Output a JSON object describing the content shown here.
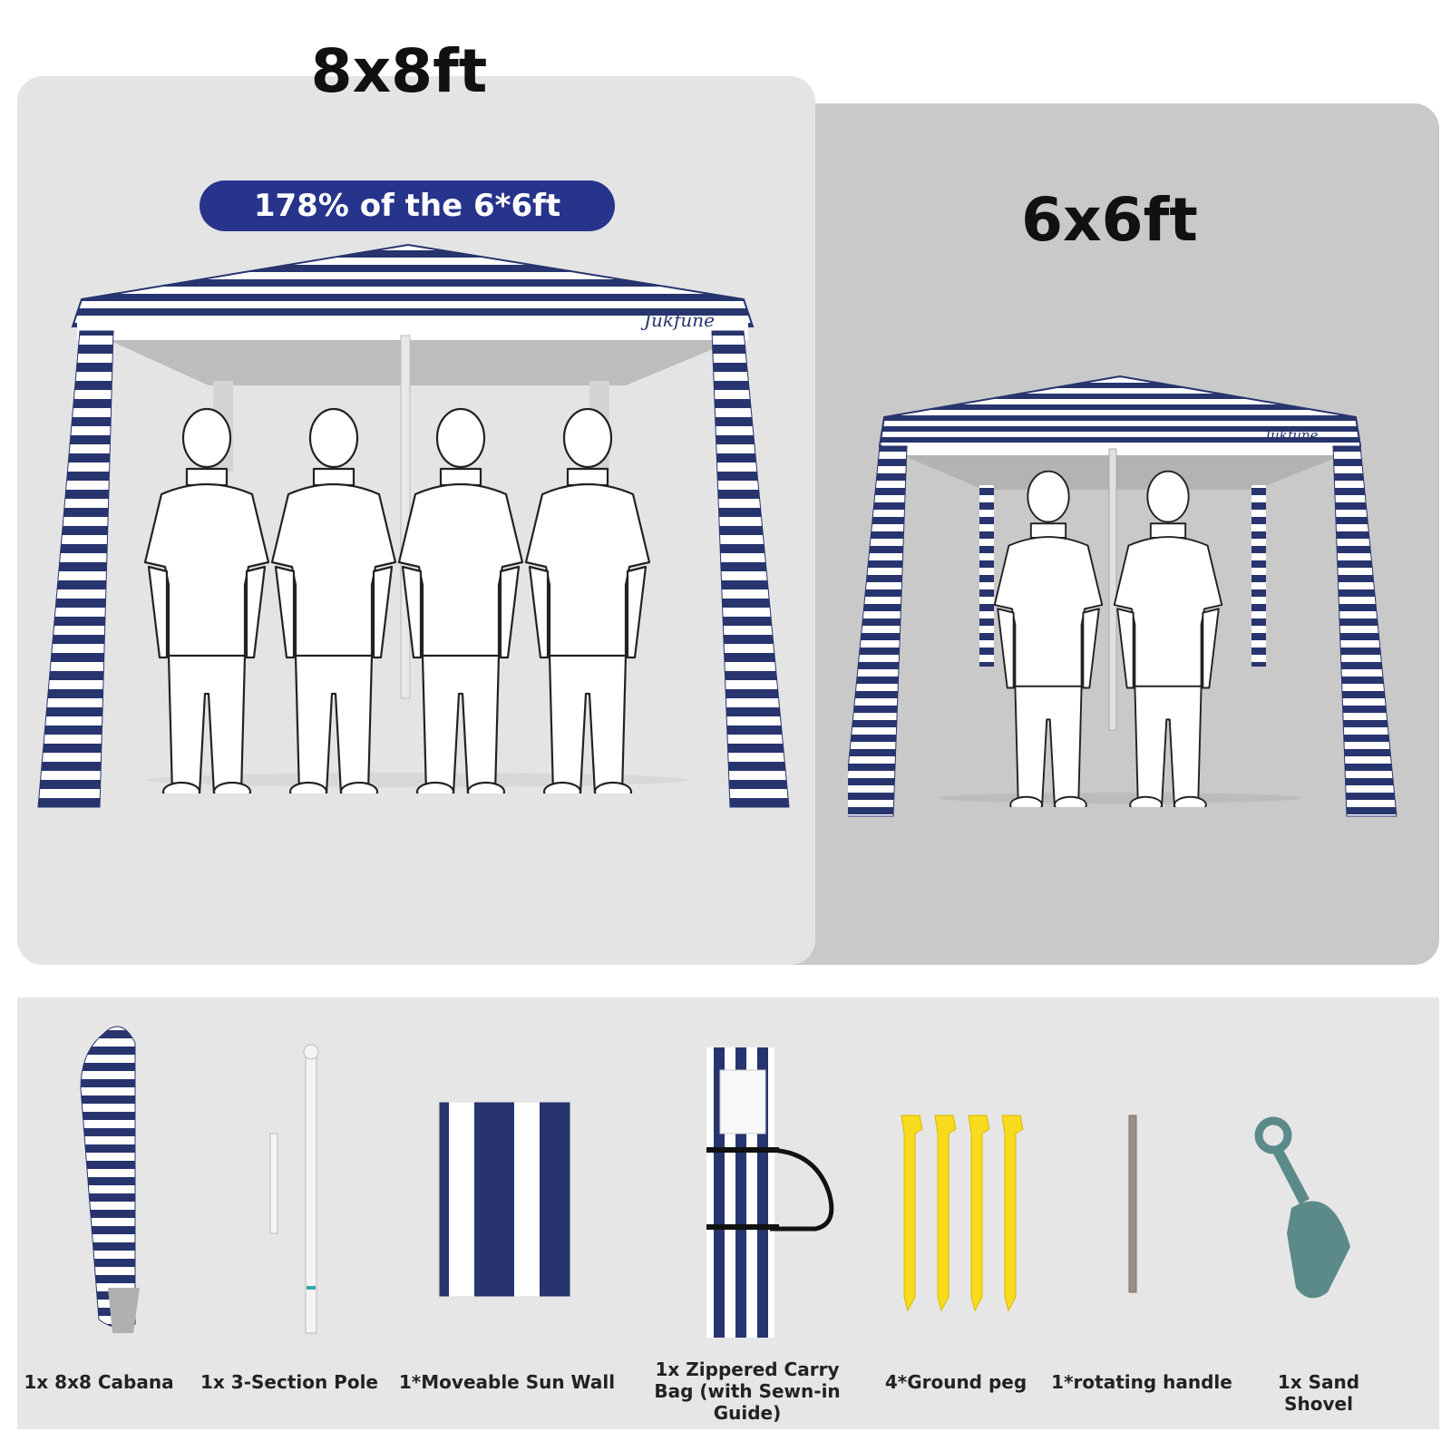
{
  "comparison": {
    "large": {
      "size_label": "8x8ft",
      "ratio_label": "178% of the 6*6ft",
      "people_count": 4
    },
    "small": {
      "size_label": "6x6ft",
      "people_count": 2
    }
  },
  "brand": {
    "logo_text": "Jukfune"
  },
  "colors": {
    "stripe": "#27346e",
    "stripe_light": "#ffffff",
    "pill": "#27348b",
    "peg": "#f7dc1e",
    "shovel": "#5c8a8a"
  },
  "accessories": [
    {
      "label": "1x 8x8 Cabana",
      "icon": "folded-cabana-icon"
    },
    {
      "label": "1x 3-Section Pole",
      "icon": "pole-icon"
    },
    {
      "label": "1*Moveable Sun Wall",
      "icon": "sun-wall-icon"
    },
    {
      "label": "1x Zippered Carry Bag (with Sewn-in Guide)",
      "icon": "carry-bag-icon"
    },
    {
      "label": "4*Ground peg",
      "icon": "ground-peg-icon"
    },
    {
      "label": "1*rotating handle",
      "icon": "rotating-handle-icon"
    },
    {
      "label": "1x Sand Shovel",
      "icon": "sand-shovel-icon"
    }
  ]
}
